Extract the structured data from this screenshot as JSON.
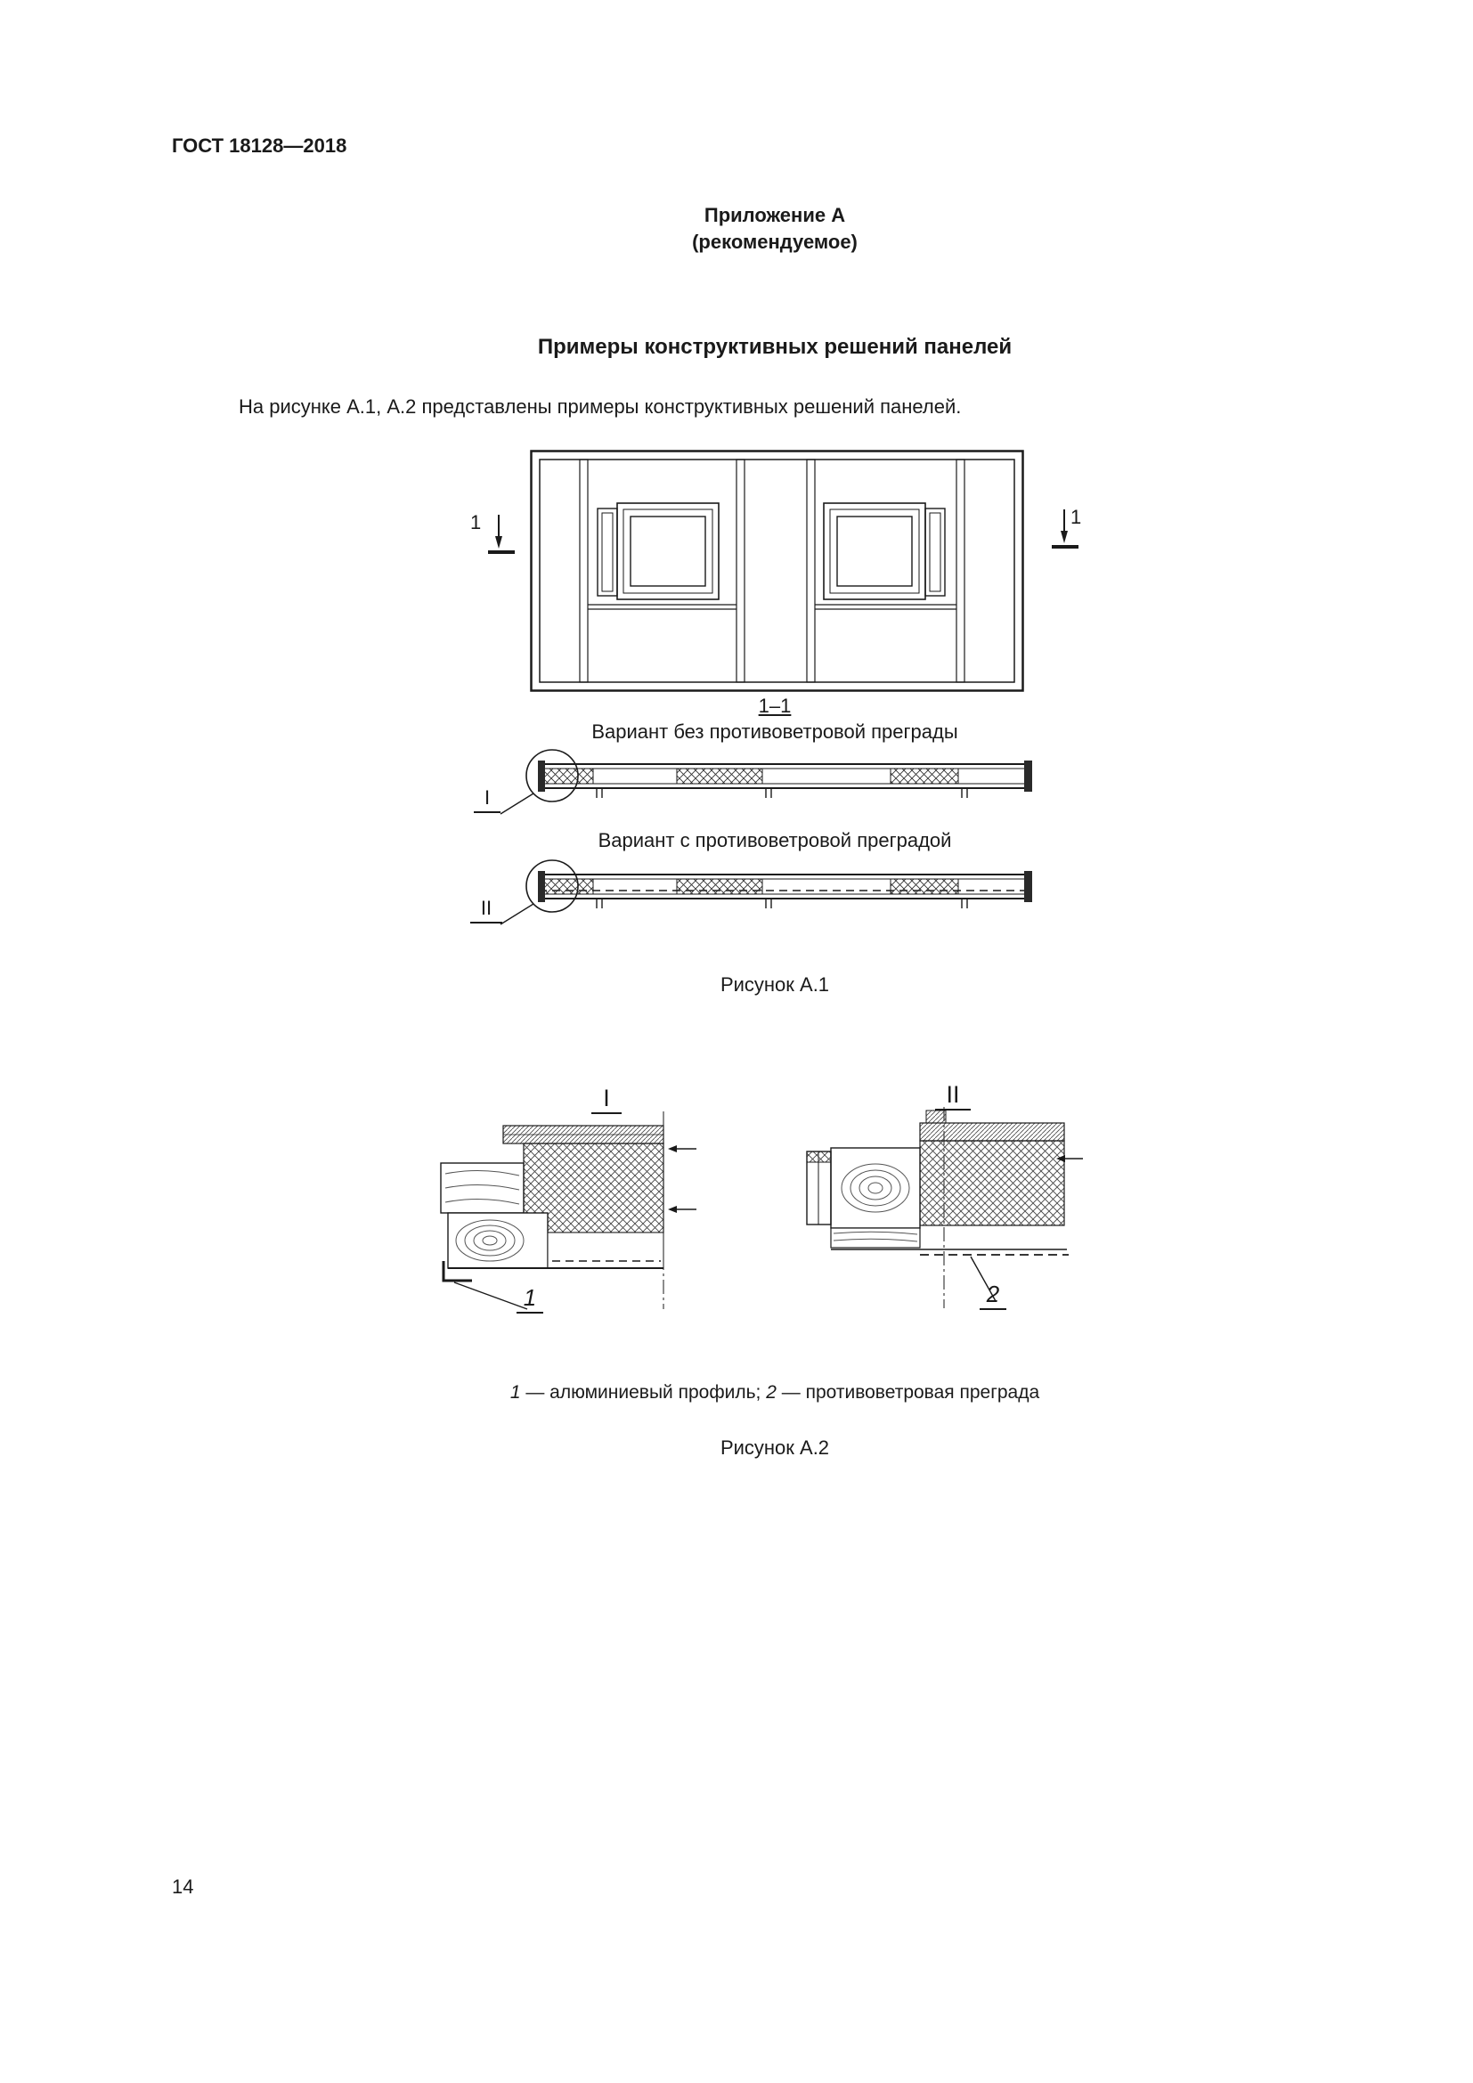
{
  "page": {
    "header": "ГОСТ 18128—2018",
    "page_number": "14"
  },
  "appendix": {
    "title": "Приложение А",
    "subtitle": "(рекомендуемое)",
    "heading": "Примеры конструктивных решений панелей",
    "intro": "На рисунке А.1, А.2 представлены примеры конструктивных решений панелей."
  },
  "figure_a1": {
    "section_mark_left": "1",
    "section_mark_right": "1",
    "section_label": "1–1",
    "variant_without": "Вариант без противоветровой преграды",
    "variant_with": "Вариант с противоветровой преградой",
    "detail_ref_1": "I",
    "detail_ref_2": "II",
    "caption": "Рисунок А.1"
  },
  "figure_a2": {
    "detail_label_1": "I",
    "detail_label_2": "II",
    "callout_1": "1",
    "callout_2": "2",
    "legend_num_1": "1",
    "legend_text_1": " — алюминиевый профиль; ",
    "legend_num_2": "2",
    "legend_text_2": " — противоветровая преграда",
    "caption": "Рисунок А.2"
  }
}
